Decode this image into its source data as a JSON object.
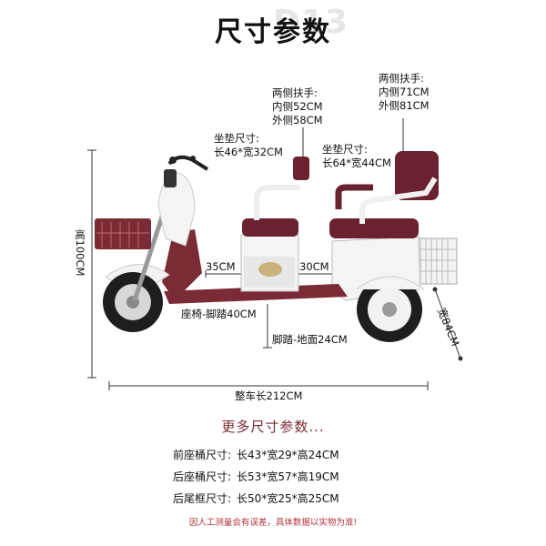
{
  "title": "尺寸参数",
  "dimensions": {
    "armrest_front": [
      "两侧扶手:",
      "内侧52CM",
      "外侧58CM"
    ],
    "armrest_rear": [
      "两侧扶手:",
      "内侧71CM",
      "外侧81CM"
    ],
    "seat_front": [
      "坐垫尺寸:",
      "长46*宽32CM"
    ],
    "seat_rear": [
      "坐垫尺寸:",
      "长64*宽44CM"
    ],
    "height": "高100CM",
    "gap_front": "35CM",
    "gap_rear": "30CM",
    "seat_to_footrest": "座椅-脚踏40CM",
    "footrest_to_ground": "脚踏-地面24CM",
    "width": "宽84CM",
    "length": "整车长212CM"
  },
  "more": {
    "title": "更多尺寸参数...",
    "rows": [
      {
        "label": "前座桶尺寸:",
        "value": "长43*宽29*高24CM"
      },
      {
        "label": "后座桶尺寸:",
        "value": "长53*宽57*高19CM"
      },
      {
        "label": "后尾框尺寸:",
        "value": "长50*宽25*高25CM"
      }
    ]
  },
  "footer_note": "因人工测量会有误差，具体数据以实物为准!",
  "colors": {
    "body_maroon": "#7b2b35",
    "seat_maroon": "#6a2230",
    "white_body": "#f4f4f2",
    "accent_text": "#7a2a35",
    "note_red": "#b0343f"
  }
}
